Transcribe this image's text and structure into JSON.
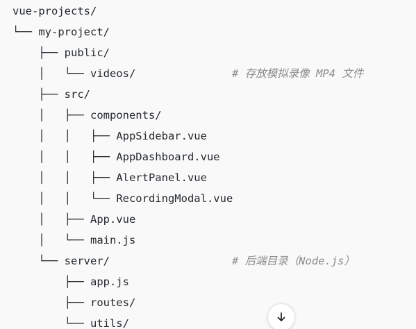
{
  "tree": {
    "lines": [
      {
        "prefix": "",
        "name": "vue-projects/"
      },
      {
        "prefix": "└── ",
        "name": "my-project/"
      },
      {
        "prefix": "    ├── ",
        "name": "public/"
      },
      {
        "prefix": "    │   └── ",
        "name": "videos/"
      },
      {
        "prefix": "    ├── ",
        "name": "src/"
      },
      {
        "prefix": "    │   ├── ",
        "name": "components/"
      },
      {
        "prefix": "    │   │   ├── ",
        "name": "AppSidebar.vue"
      },
      {
        "prefix": "    │   │   ├── ",
        "name": "AppDashboard.vue"
      },
      {
        "prefix": "    │   │   ├── ",
        "name": "AlertPanel.vue"
      },
      {
        "prefix": "    │   │   └── ",
        "name": "RecordingModal.vue"
      },
      {
        "prefix": "    │   ├── ",
        "name": "App.vue"
      },
      {
        "prefix": "    │   └── ",
        "name": "main.js"
      },
      {
        "prefix": "    └── ",
        "name": "server/"
      },
      {
        "prefix": "        ├── ",
        "name": "app.js"
      },
      {
        "prefix": "        ├── ",
        "name": "routes/"
      },
      {
        "prefix": "        └── ",
        "name": "utils/"
      }
    ],
    "comments": {
      "videos": "# 存放模拟录像 MP4 文件",
      "server": "# 后端目录（Node.js）"
    }
  },
  "scroll_button": {
    "icon": "arrow-down-icon"
  }
}
